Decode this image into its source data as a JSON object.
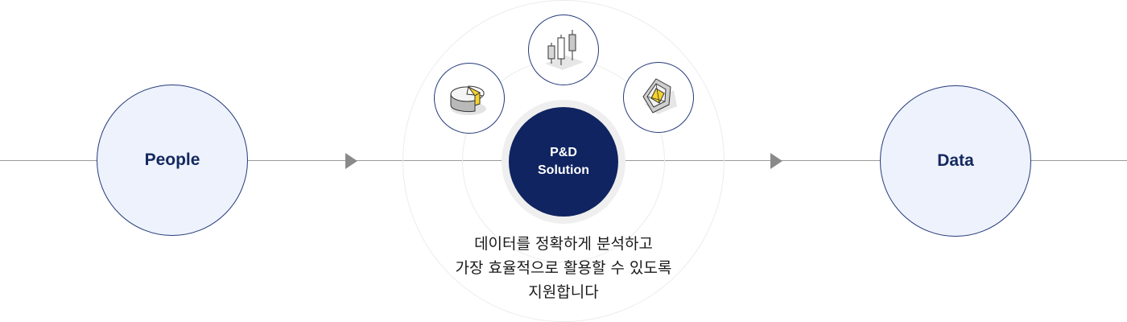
{
  "diagram": {
    "left_node": {
      "label": "People"
    },
    "center_node": {
      "line1": "P&D",
      "line2": "Solution"
    },
    "right_node": {
      "label": "Data"
    },
    "icons": [
      "pie-chart-icon",
      "candlestick-chart-icon",
      "radar-chart-icon"
    ],
    "description": [
      "데이터를 정확하게 분석하고",
      "가장 효율적으로 활용할 수 있도록",
      "지원합니다"
    ],
    "colors": {
      "navy": "#0f2460",
      "node_fill": "#eef2fc",
      "accent_yellow": "#f6d32d",
      "line_gray": "#9a9a9a"
    }
  }
}
